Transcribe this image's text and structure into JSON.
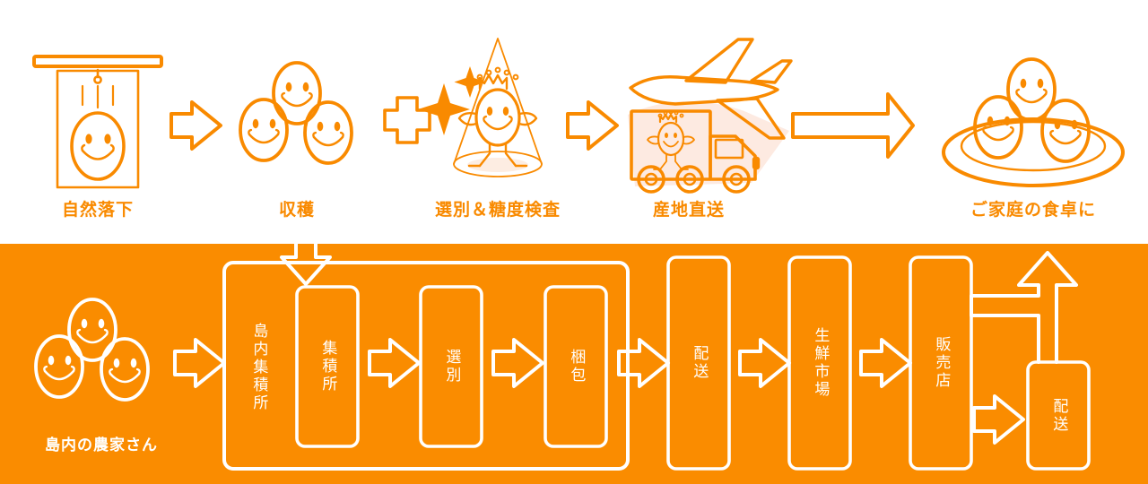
{
  "theme": {
    "brand_orange": "#F98A00",
    "band_orange": "#FA8C00",
    "white": "#FFFFFF",
    "shadow_pink": "#FDE6DC"
  },
  "top_flow": {
    "steps": [
      {
        "id": "natural-drop",
        "label": "自然落下",
        "icon": "falling-mango-icon"
      },
      {
        "id": "harvest",
        "label": "収穫",
        "icon": "three-mangoes-icon"
      },
      {
        "id": "sort-sugar",
        "label": "選別＆糖度検査",
        "icon": "crowned-mango-spotlight-icon"
      },
      {
        "id": "direct-ship",
        "label": "産地直送",
        "icon": "airplane-truck-icon"
      },
      {
        "id": "family-table",
        "label": "ご家庭の食卓に",
        "icon": "mangoes-on-plate-icon"
      }
    ],
    "connectors": [
      "arrow-right",
      "plus",
      "arrow-right",
      "long-arrow-right"
    ]
  },
  "bottom_flow": {
    "source_label": "島内の農家さん",
    "source_icon": "three-mangoes-icon",
    "group_box_label": "島内集積所",
    "nodes": [
      {
        "id": "shuusekijo",
        "label": "集積所",
        "in_group": true
      },
      {
        "id": "senbetsu",
        "label": "選別",
        "in_group": true
      },
      {
        "id": "konpou",
        "label": "梱包",
        "in_group": true
      },
      {
        "id": "haisou-1",
        "label": "配送",
        "in_group": false
      },
      {
        "id": "seisen",
        "label": "生鮮市場",
        "in_group": false
      },
      {
        "id": "hanbaiten",
        "label": "販売店",
        "in_group": false
      },
      {
        "id": "haisou-2",
        "label": "配送",
        "in_group": false
      }
    ],
    "connectors": [
      "arrow-right",
      "arrow-right",
      "arrow-right",
      "arrow-right",
      "arrow-right",
      "arrow-right",
      "arrow-right"
    ],
    "inflow_arrow": "arrow-down",
    "outflow_arrow": "arrow-up-branch"
  }
}
